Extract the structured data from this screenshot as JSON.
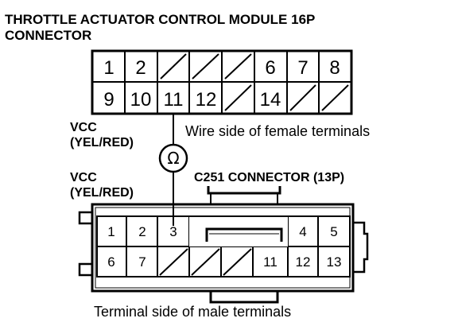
{
  "title": {
    "line1": "THROTTLE ACTUATOR CONTROL MODULE 16P",
    "line2": "CONNECTOR"
  },
  "top_connector": {
    "row1": [
      "1",
      "2",
      "",
      "",
      "",
      "6",
      "7",
      "8"
    ],
    "row2": [
      "9",
      "10",
      "11",
      "12",
      "",
      "14",
      "",
      ""
    ],
    "caption": "Wire side of female terminals"
  },
  "probe_top": {
    "line1": "VCC",
    "line2": "(YEL/RED)"
  },
  "meter": {
    "symbol": "Ω",
    "icon": "ohmmeter-icon"
  },
  "probe_bottom": {
    "line1": "VCC",
    "line2": "(YEL/RED)"
  },
  "bottom_connector": {
    "name": "C251 CONNECTOR (13P)",
    "row1": [
      "1",
      "2",
      "3",
      "4",
      "5"
    ],
    "row2": [
      "6",
      "7",
      "11",
      "12",
      "13"
    ],
    "caption": "Terminal side of male terminals"
  }
}
